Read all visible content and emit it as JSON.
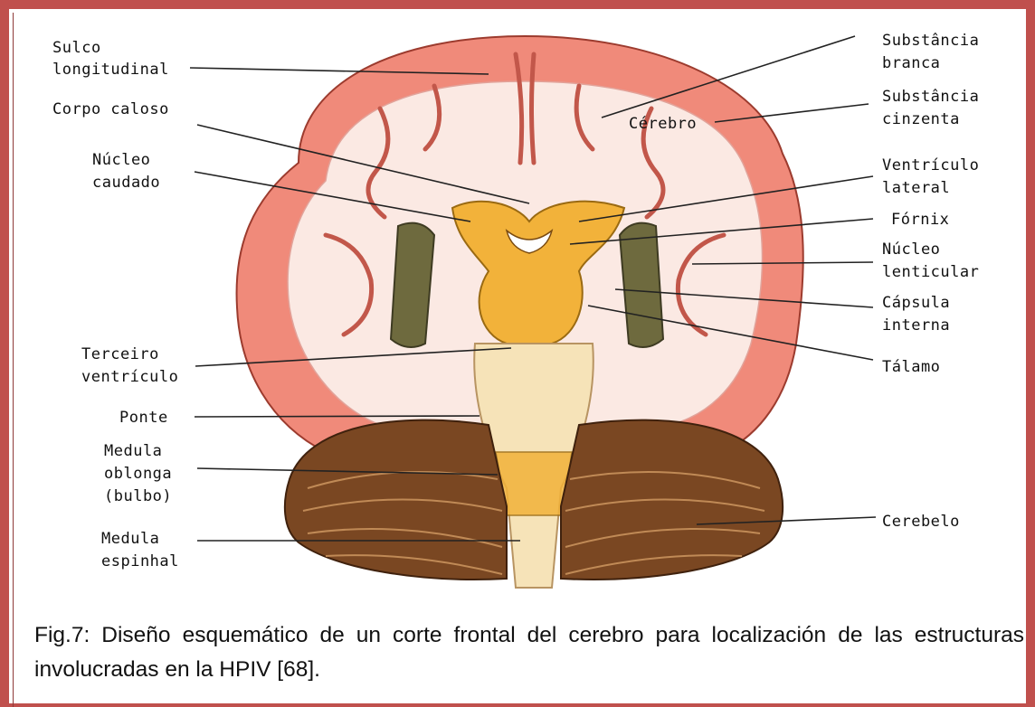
{
  "figure": {
    "labels_left": [
      {
        "id": "sulco-longitudinal",
        "lines": [
          "Sulco",
          "longitudinal"
        ]
      },
      {
        "id": "corpo-caloso",
        "lines": [
          "Corpo caloso"
        ]
      },
      {
        "id": "nucleo-caudado",
        "lines": [
          "Núcleo",
          "caudado"
        ]
      },
      {
        "id": "terceiro-ventriculo",
        "lines": [
          "Terceiro",
          "ventrículo"
        ]
      },
      {
        "id": "ponte",
        "lines": [
          "Ponte"
        ]
      },
      {
        "id": "medula-oblonga",
        "lines": [
          "Medula",
          "oblonga",
          "(bulbo)"
        ]
      },
      {
        "id": "medula-espinhal",
        "lines": [
          "Medula",
          "espinhal"
        ]
      }
    ],
    "labels_right": [
      {
        "id": "substancia-branca",
        "lines": [
          "Substância",
          "branca"
        ]
      },
      {
        "id": "substancia-cinzenta",
        "lines": [
          "Substância",
          "cinzenta"
        ]
      },
      {
        "id": "ventriculo-lateral",
        "lines": [
          "Ventrículo",
          "lateral"
        ]
      },
      {
        "id": "fornix",
        "lines": [
          "Fórnix"
        ]
      },
      {
        "id": "nucleo-lenticular",
        "lines": [
          "Núcleo",
          "lenticular"
        ]
      },
      {
        "id": "capsula-interna",
        "lines": [
          "Cápsula",
          "interna"
        ]
      },
      {
        "id": "talamo",
        "lines": [
          "Tálamo"
        ]
      },
      {
        "id": "cerebelo",
        "lines": [
          "Cerebelo"
        ]
      }
    ],
    "label_center": "Cérebro",
    "colors": {
      "border": "#c0504d",
      "cortex": "#f08a7a",
      "white_matter": "#fbe9e3",
      "nuclei": "#f2b23a",
      "cerebellum": "#7a4722"
    }
  },
  "caption": {
    "text": "Fig.7: Diseño esquemático de un corte frontal del cerebro para localización de las estructuras involucradas en la HPIV [68]."
  }
}
